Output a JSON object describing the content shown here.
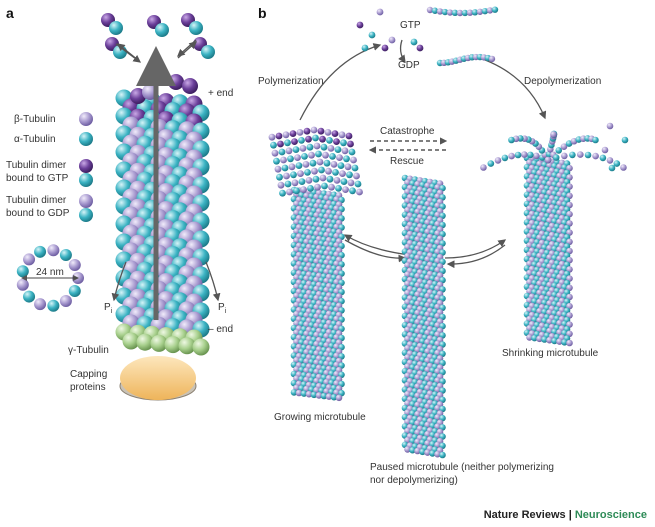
{
  "panel_a": {
    "letter": "a",
    "legend": {
      "beta_tubulin": "β-Tubulin",
      "alpha_tubulin": "α-Tubulin",
      "dimer_gtp_line1": "Tubulin dimer",
      "dimer_gtp_line2": "bound to GTP",
      "dimer_gdp_line1": "Tubulin dimer",
      "dimer_gdp_line2": "bound to GDP"
    },
    "plus_end": "+ end",
    "minus_end": "– end",
    "diameter": "24 nm",
    "pi_left": "P",
    "pi_right": "P",
    "pi_subscript": "i",
    "gamma_tubulin": "γ-Tubulin",
    "capping_line1": "Capping",
    "capping_line2": "proteins"
  },
  "panel_b": {
    "letter": "b",
    "gtp": "GTP",
    "gdp": "GDP",
    "polymerization": "Polymerization",
    "depolymerization": "Depolymerization",
    "catastrophe": "Catastrophe",
    "rescue": "Rescue",
    "growing": "Growing microtubule",
    "shrinking": "Shrinking microtubule",
    "paused_line1": "Paused microtubule (neither polymerizing",
    "paused_line2": "nor depolymerizing)"
  },
  "credit": {
    "journal": "Nature Reviews",
    "separator": "|",
    "subject": "Neuroscience"
  },
  "colors": {
    "alpha": "#3bb3c3",
    "beta": "#a99bd0",
    "gtp_beta": "#6b3f9a",
    "gamma": "#a8d08d",
    "cap": "#f5c77e",
    "arrow": "#666666"
  }
}
